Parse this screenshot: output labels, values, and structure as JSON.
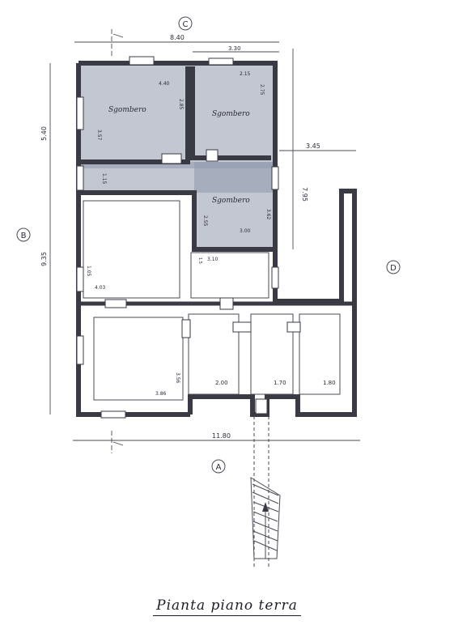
{
  "title": "Pianta piano terra",
  "axes": {
    "a": "A",
    "b": "B",
    "c": "C",
    "d": "D"
  },
  "dimensions": {
    "top_total": "8.40",
    "top_partial": "3.30",
    "right_partial": "3.45",
    "left_upper": "5.40",
    "left_total": "9.35",
    "right_vertical": "7.95",
    "bottom_total": "11.80"
  },
  "rooms": {
    "room1": {
      "name": "Sgombero",
      "w": "4.40",
      "h1": "2.85",
      "h2": "3.57"
    },
    "room2": {
      "name": "Sgombero",
      "w": "2.15",
      "h": "2.75"
    },
    "room3": {
      "name": "Sgombero",
      "w": "3.00",
      "h1": "1.15",
      "h2": "2.55",
      "h3": "3.62"
    },
    "left_mid": {
      "w": "4.03",
      "h": "1.05"
    },
    "small_mid": {
      "w": "3.10",
      "h": "1.5"
    },
    "bottom_left": {
      "w": "3.86",
      "h": "3.56"
    },
    "bottom_b": {
      "w": "2.00"
    },
    "bottom_c": {
      "w": "1.70"
    },
    "bottom_d": {
      "w": "1.80"
    }
  },
  "colors": {
    "shade": "#8f99ad",
    "ink": "#3a3a44"
  }
}
